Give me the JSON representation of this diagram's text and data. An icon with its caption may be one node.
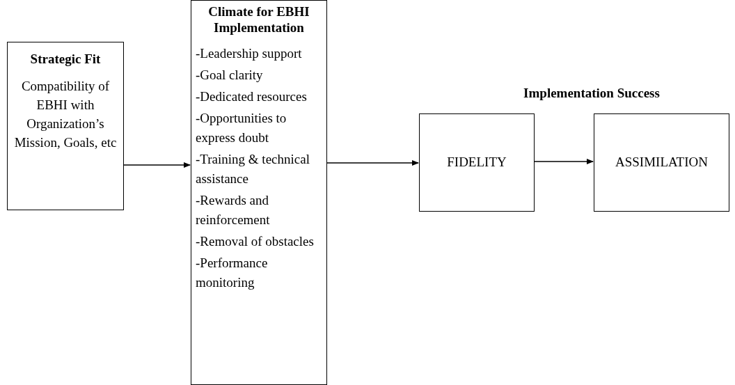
{
  "diagram": {
    "nodes": [
      {
        "text": [
          "Strategic Fit",
          "Compatibility of EBHI with Organization’s Mission, Goals, etc"
        ]
      },
      {
        "text": [
          "Climate for EBHI Implementation",
          "-Leadership support",
          "-Goal clarity",
          "-Dedicated resources",
          "-Opportunities to express doubt",
          "-Training & technical assistance",
          "-Rewards and reinforcement",
          "-Removal of obstacles",
          "-Performance monitoring"
        ]
      },
      {
        "text": [
          "FIDELITY"
        ]
      },
      {
        "text": [
          "ASSIMILATION"
        ]
      }
    ],
    "edges": [
      {
        "from": 0,
        "to": 1,
        "arrow": "to"
      },
      {
        "from": 1,
        "to": 2,
        "arrow": "to"
      },
      {
        "from": 2,
        "to": 3,
        "arrow": "to"
      }
    ],
    "labels": [
      "Implementation Success"
    ]
  }
}
